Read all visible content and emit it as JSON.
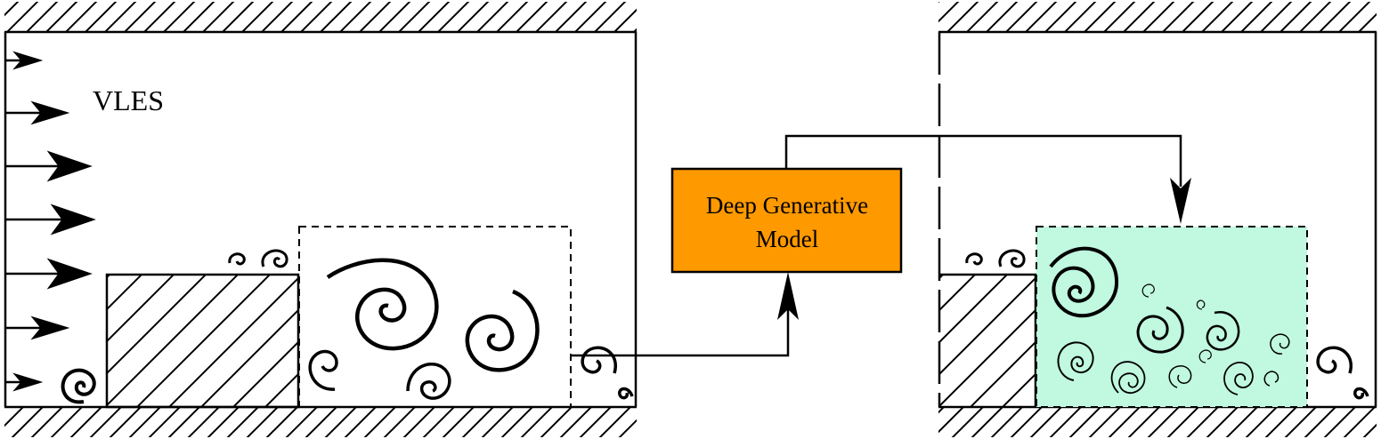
{
  "left_panel": {
    "label": "VLES"
  },
  "generator": {
    "line1": "Deep Generative",
    "line2": "Model",
    "fill_color": "#ff9900"
  },
  "right_panel": {
    "refined_region_fill": "#c0f8e0"
  },
  "colors": {
    "ink": "#000000",
    "background": "#ffffff"
  }
}
